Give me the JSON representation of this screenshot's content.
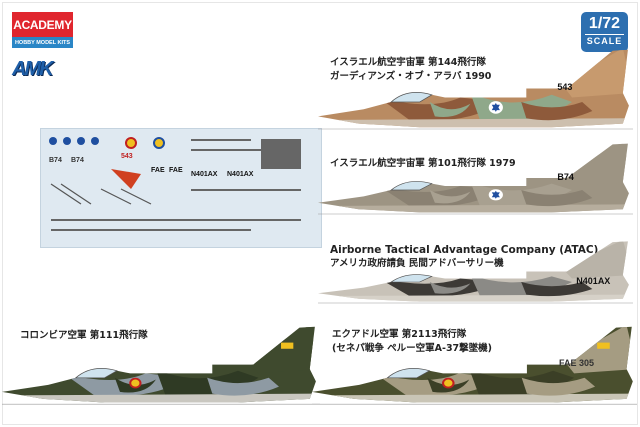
{
  "brand": {
    "academy_logo": "ACADEMY",
    "academy_sub": "HOBBY MODEL KITS",
    "amk_logo": "AMK"
  },
  "scale_badge": {
    "ratio": "1/72",
    "label": "SCALE"
  },
  "decal_sheet": {
    "codes": [
      "B74",
      "B74",
      "543",
      "FAE",
      "FAE",
      "N401AX",
      "N401AX"
    ]
  },
  "schemes": [
    {
      "line1": "イスラエル航空宇宙軍 第144飛行隊",
      "line2": "ガーディアンズ・オブ・アラバ 1990",
      "code": "543",
      "colors": {
        "base": "#b98b62",
        "camo1": "#8e5a3b",
        "camo2": "#8fa88a",
        "tail": "#c79a6e",
        "under": "#cdbfae"
      }
    },
    {
      "line1": "イスラエル航空宇宙軍 第101飛行隊 1979",
      "code": "B74",
      "colors": {
        "base": "#9d9483",
        "camo1": "#8a8172",
        "camo2": "#a8a090",
        "tail": "#9d9483",
        "under": "#b6ad9d"
      }
    },
    {
      "line1": "Airborne Tactical Advantage Company (ATAC)",
      "line2": "アメリカ政府請負 民間アドバーサリー機",
      "code": "N401AX",
      "colors": {
        "base": "#c8c2b8",
        "camo1": "#3d3a36",
        "camo2": "#8b8a86",
        "tail": "#b9b3a8",
        "under": "#d6d1c8"
      }
    },
    {
      "line1": "コロンビア空軍 第111飛行隊",
      "colors": {
        "base": "#3f4a2e",
        "camo1": "#8e9aa3",
        "camo2": "#2f3a24",
        "tail": "#3f4a2e",
        "under": "#c9c7c0"
      }
    },
    {
      "line1": "エクアドル空軍 第2113飛行隊",
      "line2": "(セネパ戦争 ペルー空軍A-37撃墜機)",
      "code": "FAE 305",
      "colors": {
        "base": "#4a4f2e",
        "camo1": "#a59c82",
        "camo2": "#3b3f26",
        "tail": "#a59c82",
        "under": "#c9c5b6"
      }
    }
  ]
}
